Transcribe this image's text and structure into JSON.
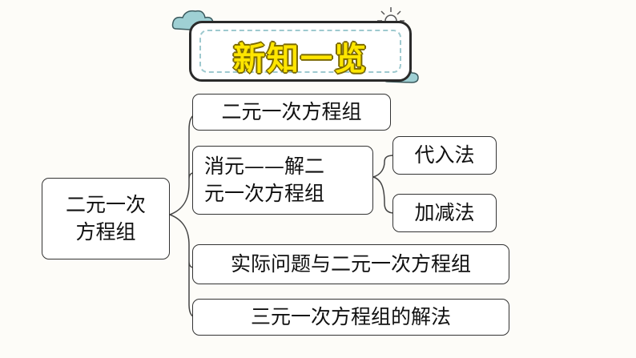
{
  "title": "新知一览",
  "root": {
    "line1": "二元一次",
    "line2": "方程组"
  },
  "branches": [
    {
      "label": "二元一次方程组"
    },
    {
      "line1": "消元——解二",
      "line2": "元一次方程组",
      "children": [
        {
          "label": "代入法"
        },
        {
          "label": "加减法"
        }
      ]
    },
    {
      "label": "实际问题与二元一次方程组"
    },
    {
      "label": "三元一次方程组的解法"
    }
  ],
  "colors": {
    "cloud": "#9fd0d4",
    "sun": "#555555",
    "title_fill": "#ffe600",
    "border": "#333333"
  }
}
